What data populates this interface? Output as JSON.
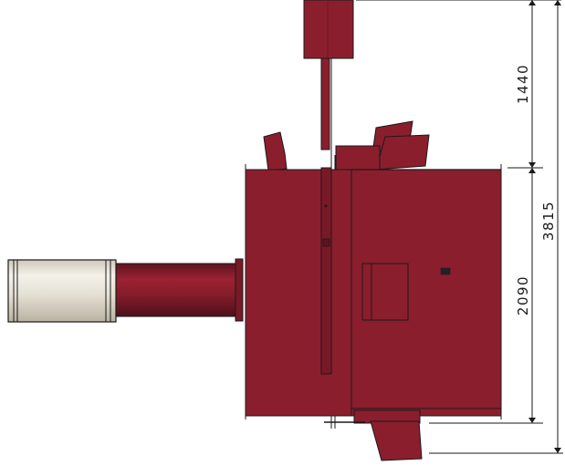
{
  "drawing": {
    "dimensions": {
      "upper": "1440",
      "lower": "2090",
      "total": "3815"
    },
    "panel_marker": "",
    "colors": {
      "body": "#8b1e2d",
      "body_dark": "#5e1420",
      "pipe": "#7e1a28",
      "cylinder": "#e8e4da",
      "line": "#1a1a1a"
    }
  }
}
